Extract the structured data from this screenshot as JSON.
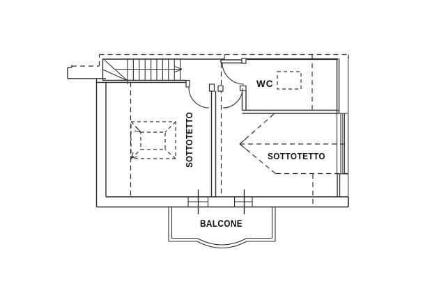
{
  "drawing": {
    "type": "architectural floor plan (attic level)",
    "labels": {
      "attic_left": "SOTTOTETTO",
      "attic_right": "SOTTOTETTO",
      "wc": "WC",
      "balcony": "BALCONE"
    },
    "colors": {
      "line": "#2e2e2e",
      "text": "#111111",
      "background": "#ffffff"
    }
  }
}
